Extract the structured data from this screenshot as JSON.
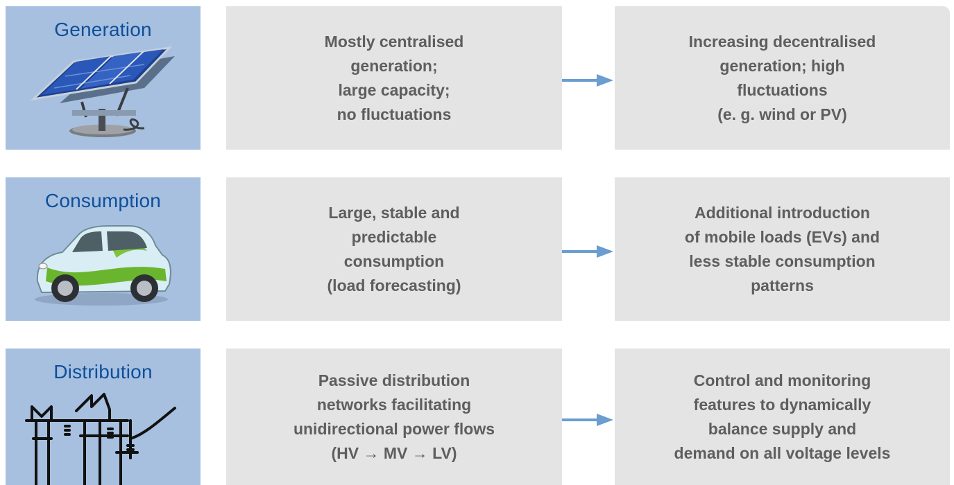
{
  "colors": {
    "category_bg": "#a7c0e0",
    "category_title": "#0e4f9a",
    "box_bg": "#e4e4e4",
    "box_text": "#5e5e5e",
    "arrow": "#6a9dd0"
  },
  "rows": [
    {
      "category": "Generation",
      "illustration_icon": "solar-panel-icon",
      "current": "Mostly centralised\ngeneration;\nlarge capacity;\nno fluctuations",
      "future": "Increasing decentralised\ngeneration; high\nfluctuations\n(e. g. wind or PV)"
    },
    {
      "category": "Consumption",
      "illustration_icon": "electric-car-icon",
      "current": "Large, stable and\npredictable\nconsumption\n(load forecasting)",
      "future": "Additional introduction\nof mobile loads (EVs) and\nless stable consumption\npatterns"
    },
    {
      "category": "Distribution",
      "illustration_icon": "power-pylon-icon",
      "current": "Passive distribution\nnetworks facilitating\nunidirectional power flows\n(HV → MV → LV)",
      "future": "Control and monitoring\nfeatures to dynamically\nbalance supply and\ndemand on all voltage levels"
    }
  ]
}
